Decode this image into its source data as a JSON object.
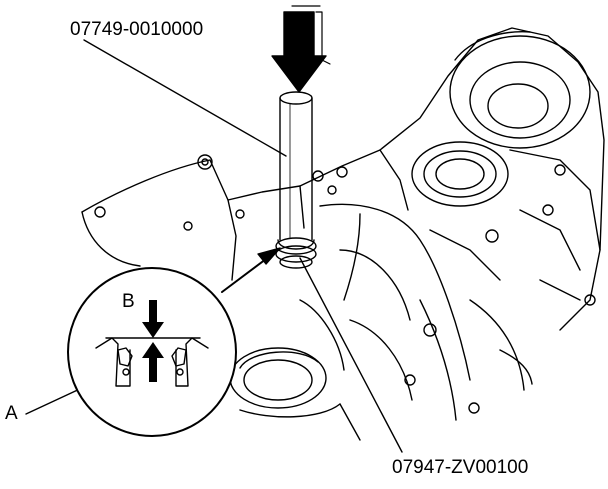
{
  "labels": {
    "tool_top": "07749-0010000",
    "tool_bottom": "07947-ZV00100",
    "callout_a": "A",
    "callout_b": "B"
  },
  "colors": {
    "line": "#000000",
    "background": "#ffffff"
  },
  "icons": {
    "press_arrow": "down-arrow-icon",
    "detail_down_arrow": "down-arrow-icon",
    "detail_up_arrow": "up-arrow-icon"
  }
}
